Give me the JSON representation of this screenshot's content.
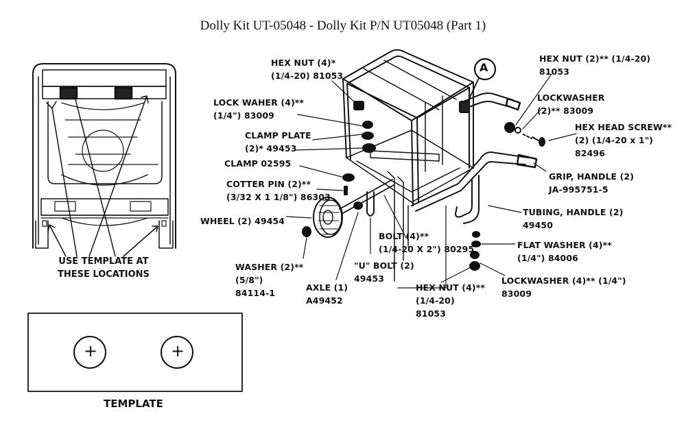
{
  "title": "Dolly Kit UT-05048 - Dolly Kit P/N UT05048 (Part 1)",
  "callout_letter": "A",
  "left_panel": {
    "use_template_line1": "USE TEMPLATE AT",
    "use_template_line2": "THESE LOCATIONS",
    "template_title": "TEMPLATE",
    "template_symbols": [
      "+",
      "+"
    ]
  },
  "parts": {
    "hex_nut_top_left": {
      "line1": "HEX NUT (4)*",
      "line2": "(1/4-20)  81053"
    },
    "lock_washer": {
      "line1": "LOCK WAHER (4)**",
      "line2": "(1/4\")     83009"
    },
    "clamp_plate": {
      "line1": "CLAMP  PLATE",
      "line2": "(2)* 49453"
    },
    "clamp": {
      "line1": "CLAMP     02595"
    },
    "cotter_pin": {
      "line1": "COTTER PIN (2)**",
      "line2": "(3/32 X 1 1/8\") 86303"
    },
    "wheel": {
      "line1": "WHEEL (2) 49454"
    },
    "washer": {
      "line1": "WASHER  (2)**",
      "line2": "(5/8\")",
      "line3": "84114-1"
    },
    "axle": {
      "line1": "AXLE (1)",
      "line2": "A49452"
    },
    "u_bolt": {
      "line1": "\"U\" BOLT (2)",
      "line2": "49453"
    },
    "bolt": {
      "line1": "BOLT (4)**",
      "line2": "(1/4-20 X 2\")  80295"
    },
    "hex_nut_bottom": {
      "line1": "HEX NUT (4)**",
      "line2": "(1/4-20)",
      "line3": "81053"
    },
    "hex_nut_top_right": {
      "line1": "HEX NUT (2)** (1/4-20)",
      "line2": "81053"
    },
    "lockwasher_right": {
      "line1": "LOCKWASHER",
      "line2": "(2)** 83009"
    },
    "hex_head_screw": {
      "line1": "HEX HEAD SCREW**",
      "line2": "(2) (1/4-20 x 1\")",
      "line3": "82496"
    },
    "grip_handle": {
      "line1": "GRIP, HANDLE (2)",
      "line2": "JA-995751-5"
    },
    "tubing_handle": {
      "line1": "TUBING, HANDLE (2)",
      "line2": "49450"
    },
    "flat_washer": {
      "line1": "FLAT WASHER (4)**",
      "line2": "(1/4\")     84006"
    },
    "lockwasher_bottom": {
      "line1": "LOCKWASHER (4)** (1/4\")",
      "line2": "83009"
    }
  }
}
